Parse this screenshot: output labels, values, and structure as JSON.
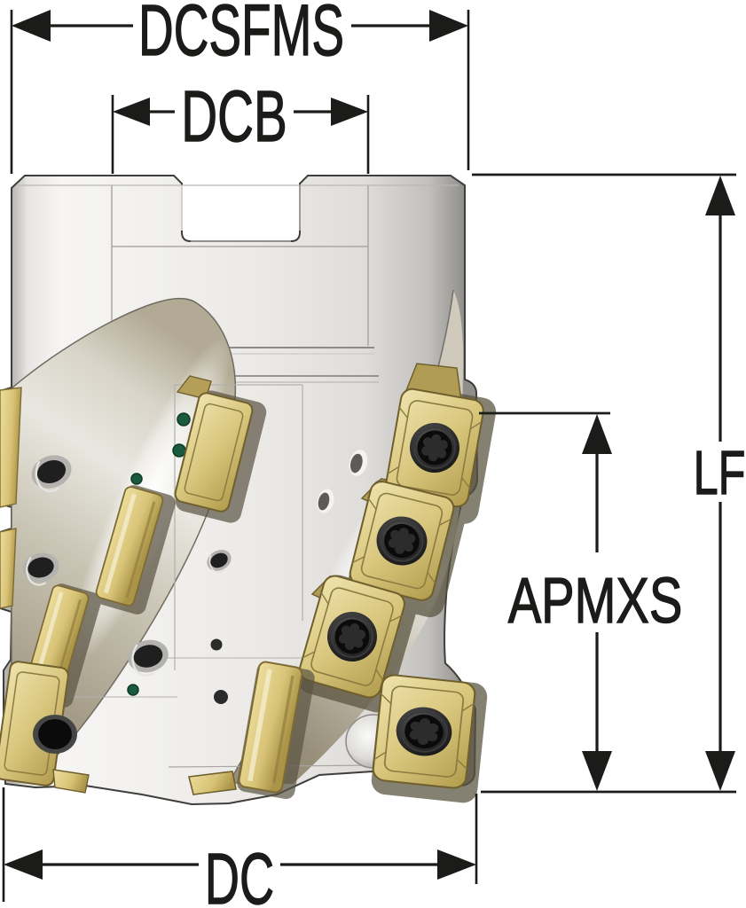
{
  "figure": {
    "subject": "Indexable square-shoulder milling cutter dimension drawing",
    "background": "#ffffff"
  },
  "dimension_labels": {
    "dcsfms": "DCSFMS",
    "dcb": "DCB",
    "lf": "LF",
    "apmxs": "APMXS",
    "dc": "DC"
  },
  "colors": {
    "dimension_line": "#1b1b19",
    "body_light": "#f1f0ee",
    "body_shadow": "#908f8c",
    "flute_olive": "#a49c87",
    "insert_gold": "#d9c77e",
    "insert_gold_dark": "#a8933f",
    "pocket_shadow": "#57513d",
    "screw_black": "#141414",
    "coolant_green": "#1a5a3e"
  }
}
